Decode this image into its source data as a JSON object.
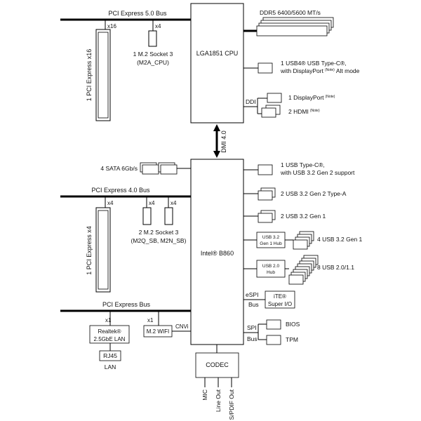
{
  "buses": {
    "pcie5": "PCI Express 5.0 Bus",
    "pcie4": "PCI Express 4.0 Bus",
    "pcie": "PCI Express Bus"
  },
  "cpu": {
    "label": "LGA1851 CPU"
  },
  "chipset": {
    "label": "Intel® B860"
  },
  "dmi": "DMI 4.0",
  "memory": "DDR5 6400/5600 MT/s",
  "slots": {
    "pcie_x16": "1 PCI Express x16",
    "pcie_x4": "1 PCI Express x4"
  },
  "lanes": {
    "x16": "x16",
    "m2a_x4": "x4",
    "slot2_x4": "x4",
    "m2q_x4": "x4",
    "m2n_x4": "x4",
    "lan_x1": "x1",
    "wifi_x1": "x1"
  },
  "m2_cpu": {
    "line1": "1 M.2 Socket 3",
    "line2": "(M2A_CPU)"
  },
  "m2_sb": {
    "line1": "2 M.2 Socket 3",
    "line2": "(M2Q_SB, M2N_SB)"
  },
  "cpu_io": {
    "usb4_line1": "1 USB4® USB Type-C®,",
    "usb4_line2": "with DisplayPort",
    "usb4_note": "(Note)",
    "usb4_line2b": "Alt mode",
    "ddi": "DDI",
    "dp": "1 DisplayPort",
    "dp_note": "(Note)",
    "hdmi": "2 HDMI",
    "hdmi_note": "(Note)"
  },
  "sata": "4 SATA 6Gb/s",
  "chipset_io": {
    "typec_line1": "1 USB Type-C®,",
    "typec_line2": "with USB 3.2 Gen 2 support",
    "usb32g2": "2 USB 3.2 Gen 2 Type-A",
    "usb32g1": "2 USB 3.2 Gen 1",
    "hub1_line1": "USB 3.2",
    "hub1_line2": "Gen 1 Hub",
    "usb32g1_4": "4 USB 3.2 Gen 1",
    "hub2_line1": "USB 2.0",
    "hub2_line2": "Hub",
    "usb20": "8 USB 2.0/1.1",
    "espi": "eSPI",
    "espi_bus": "Bus",
    "ite_line1": "iTE®",
    "ite_line2": "Super I/O",
    "spi": "SPI",
    "spi_bus": "Bus",
    "bios": "BIOS",
    "tpm": "TPM"
  },
  "lan": {
    "line1": "Realtek®",
    "line2": "2.5GbE LAN",
    "rj45": "RJ45",
    "label": "LAN"
  },
  "wifi": {
    "label": "M.2 WIFI",
    "cnvi": "CNVi"
  },
  "codec": {
    "label": "CODEC",
    "mic": "MIC",
    "line_out": "Line Out",
    "spdif": "S/PDIF Out"
  }
}
